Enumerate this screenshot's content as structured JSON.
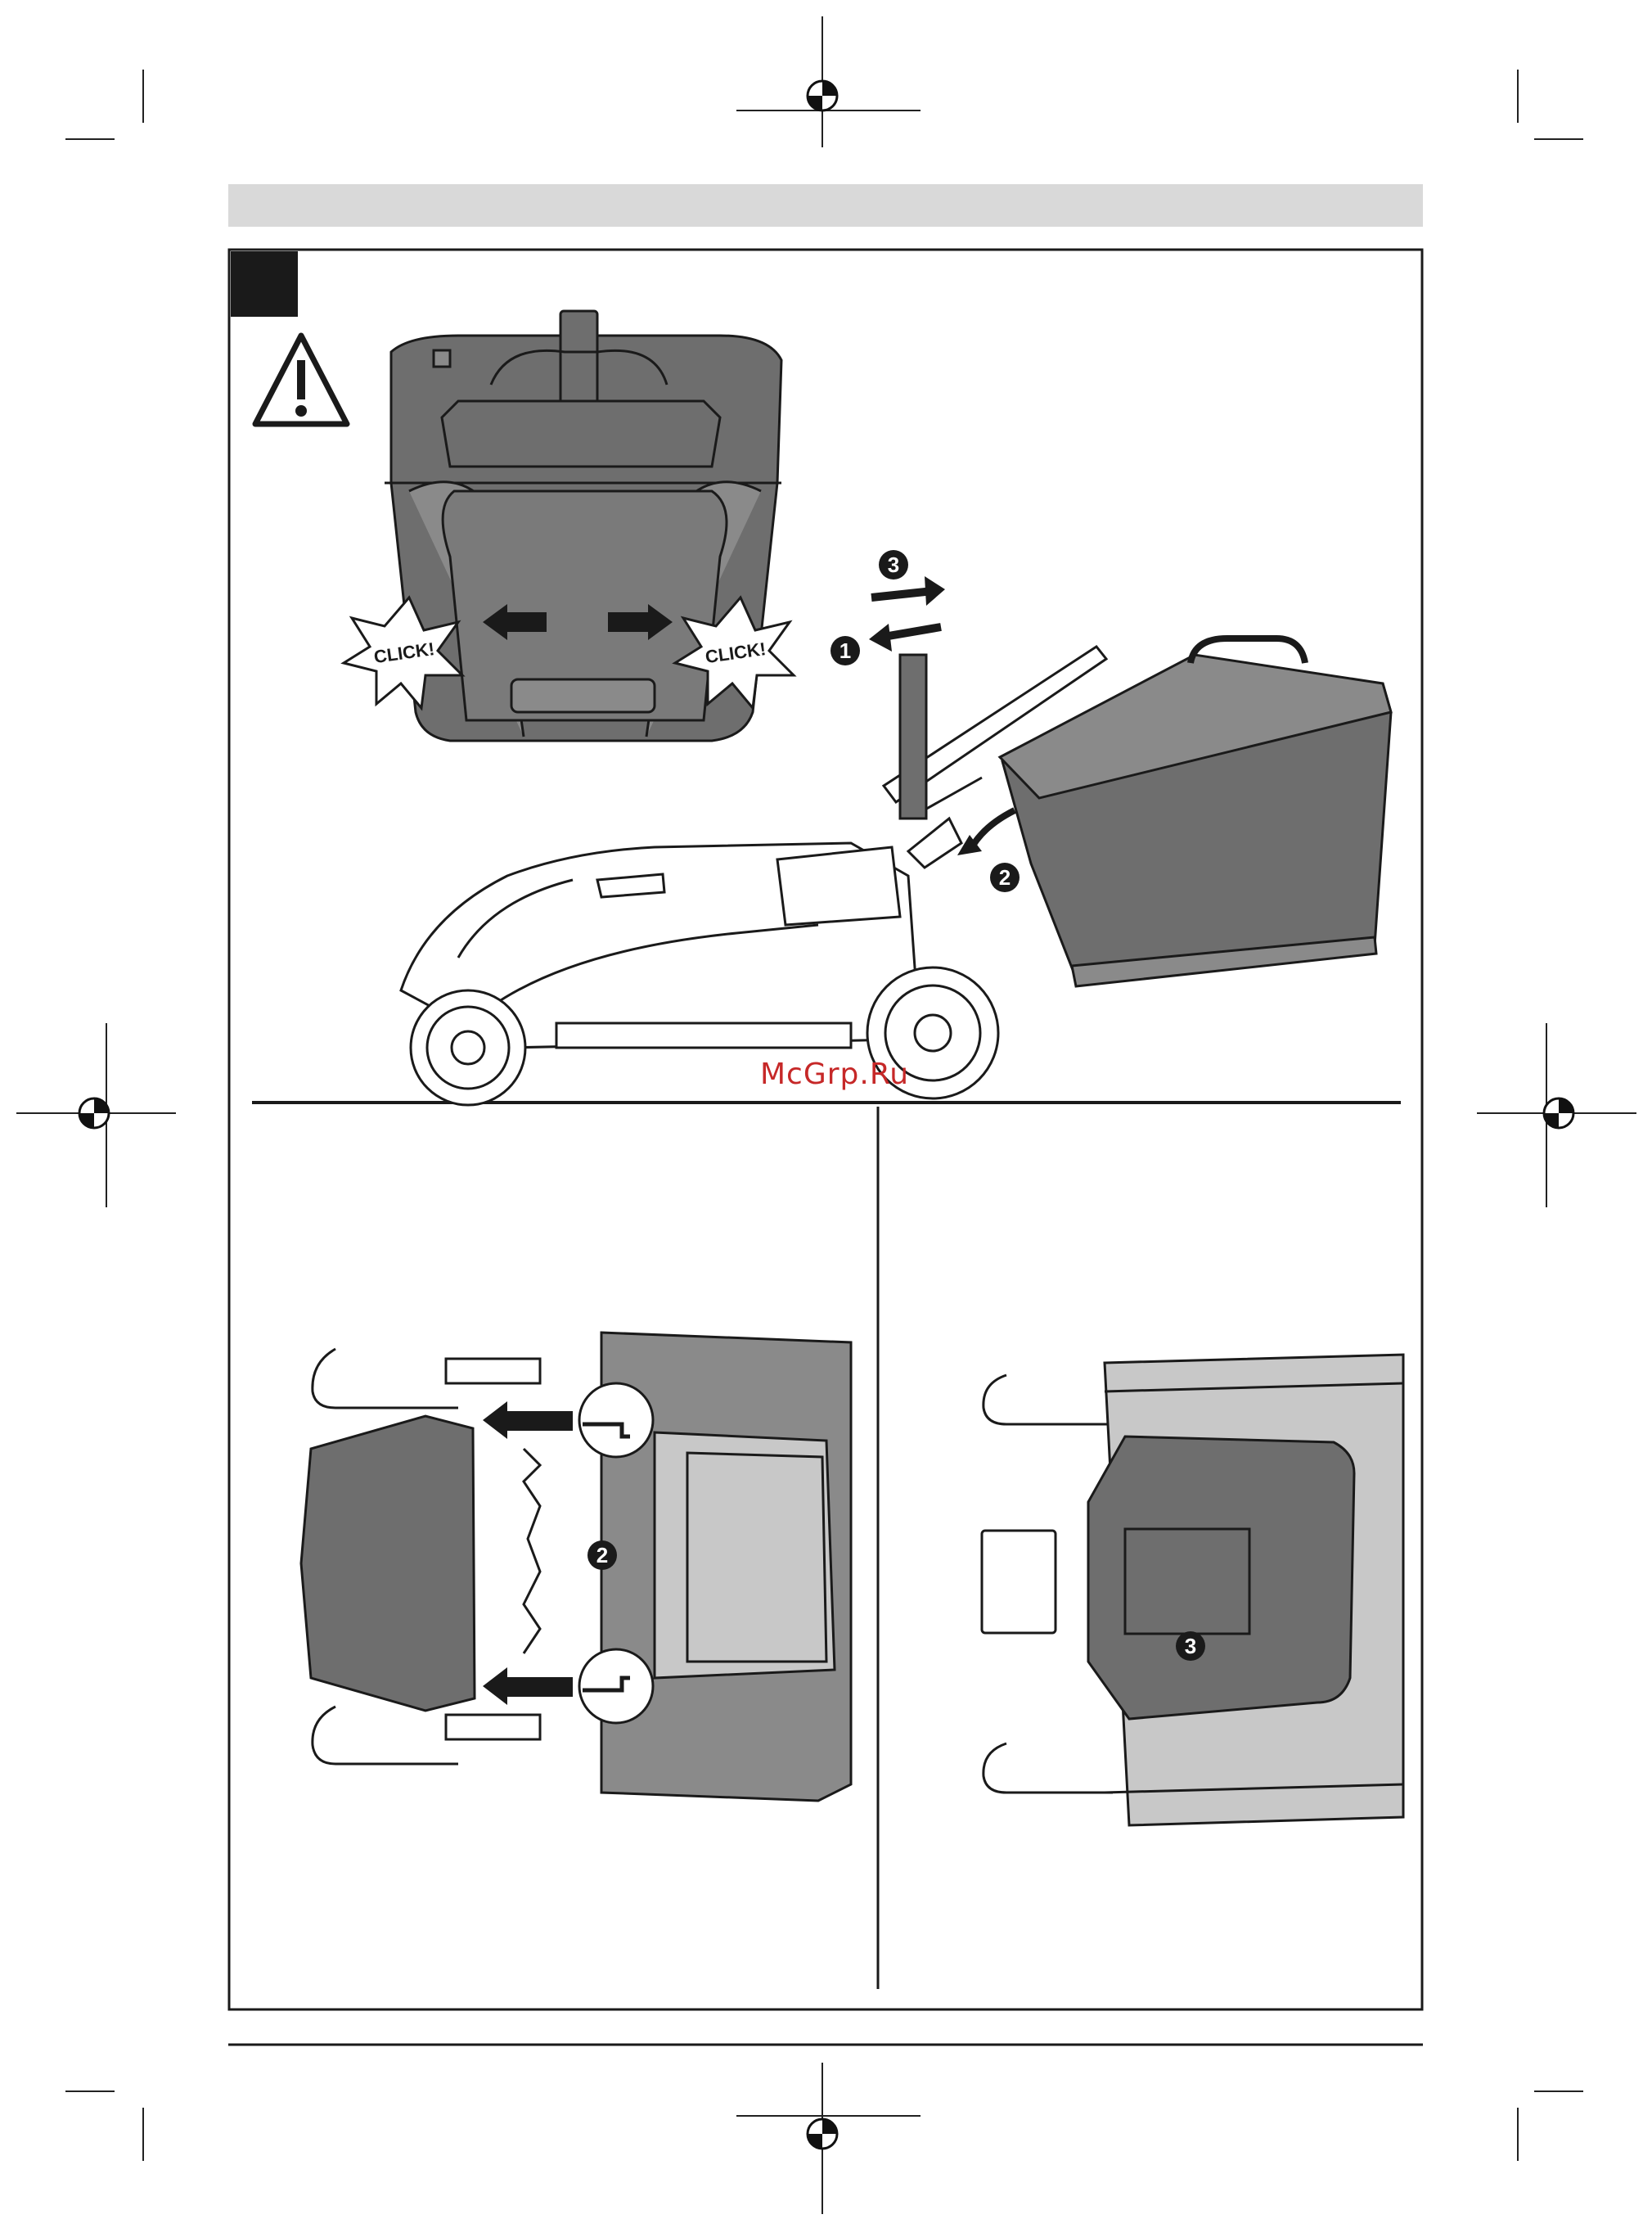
{
  "page": {
    "figure_label": "",
    "watermark": "McGrp.Ru"
  },
  "top_figure": {
    "click_left": "CLICK!",
    "click_right": "CLICK!",
    "steps": [
      "1",
      "2",
      "3"
    ]
  },
  "bottom_left_figure": {
    "step": "2"
  },
  "bottom_right_figure": {
    "step": "3"
  },
  "colors": {
    "header_bar": "#d9d9d9",
    "dark_grey": "#6e6e6e",
    "mid_grey": "#8a8a8a",
    "light_grey": "#c8c8c8",
    "black": "#1a1a1a",
    "watermark": "#c62828"
  },
  "icons": {
    "warning": "warning-triangle-icon"
  }
}
